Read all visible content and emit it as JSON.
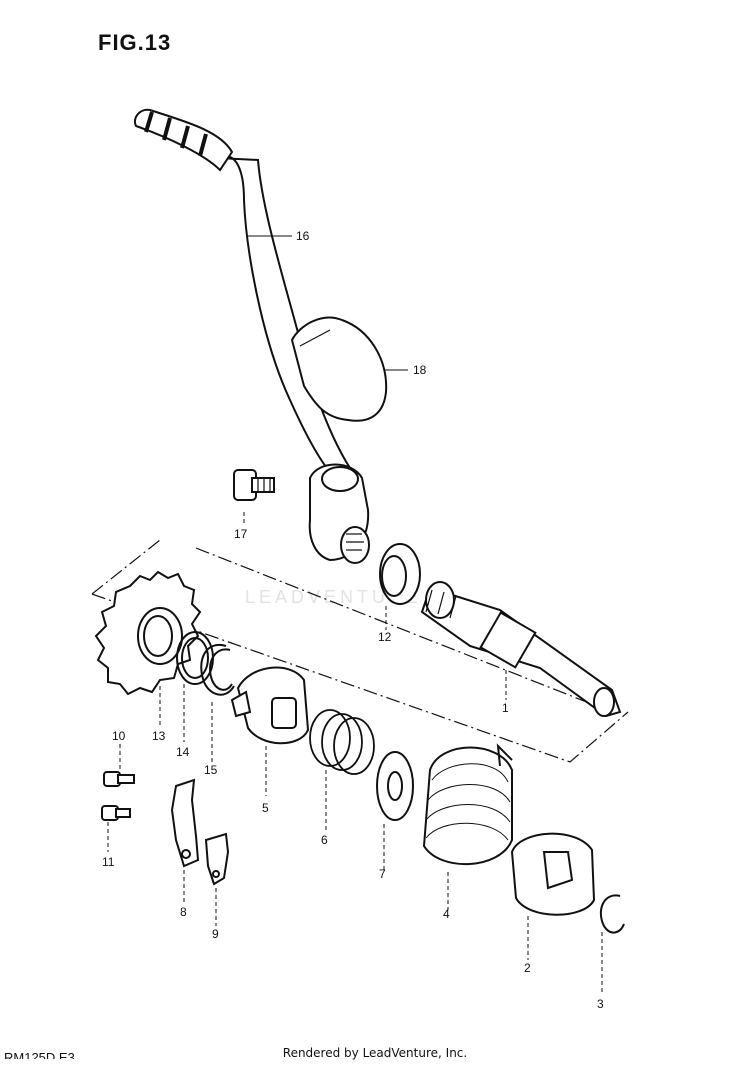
{
  "figure_title": "FIG.13",
  "footer_text": "Rendered by LeadVenture, Inc.",
  "model_code": "RM125D E3",
  "watermark": "LEADVENTURE",
  "callouts": [
    "1",
    "2",
    "3",
    "4",
    "5",
    "6",
    "7",
    "8",
    "9",
    "10",
    "11",
    "12",
    "13",
    "14",
    "15",
    "16",
    "17",
    "18"
  ]
}
